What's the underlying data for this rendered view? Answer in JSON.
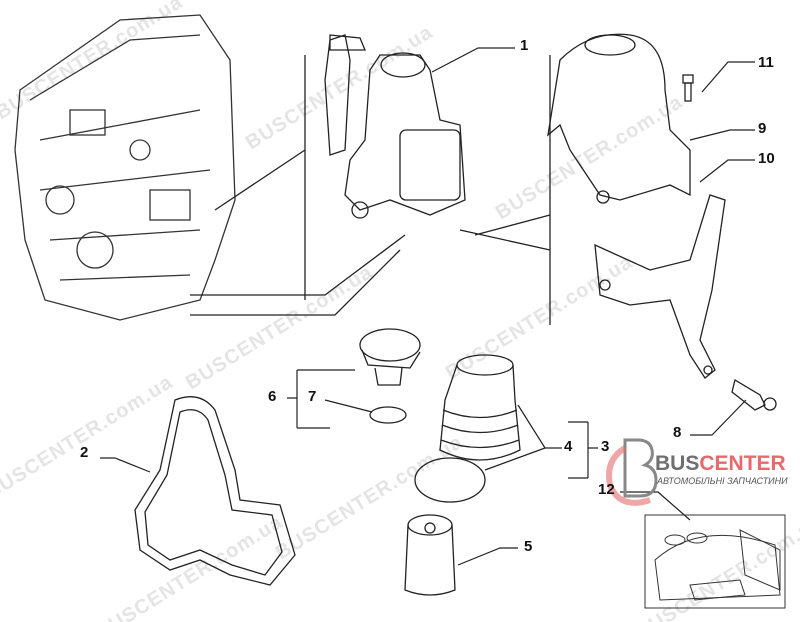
{
  "diagram": {
    "callouts": [
      "1",
      "2",
      "3",
      "4",
      "5",
      "6",
      "7",
      "8",
      "9",
      "10",
      "11",
      "12"
    ]
  },
  "logo": {
    "brand_part1": "BUS",
    "brand_part2": "CENTER",
    "tagline": "АВТОМОБІЛЬНІ ЗАПЧАСТИНИ",
    "colors": {
      "gray": "#6f6f6f",
      "red": "#e36b6b"
    }
  },
  "watermark": {
    "text": "BUSCENTER",
    "suffix": ".com.ua"
  }
}
